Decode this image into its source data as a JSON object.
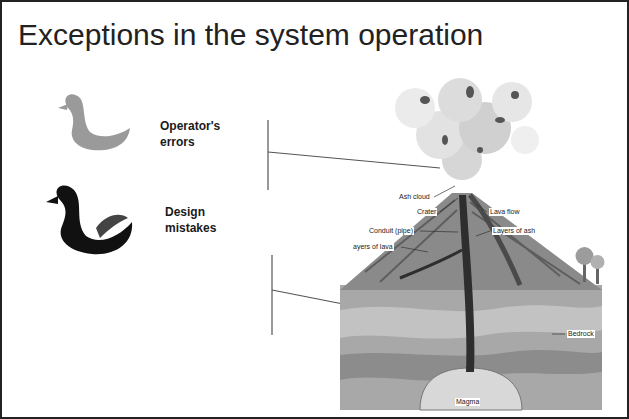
{
  "diagram": {
    "title": "Exceptions in the system operation",
    "labels": [
      "Operator's errors",
      "Design mistakes",
      "Ash cloud",
      "Crater",
      "Lava flow",
      "Conduit (pipe)",
      "Layers of ash",
      "ayers of lava",
      "Bedrock",
      "Magma"
    ]
  }
}
